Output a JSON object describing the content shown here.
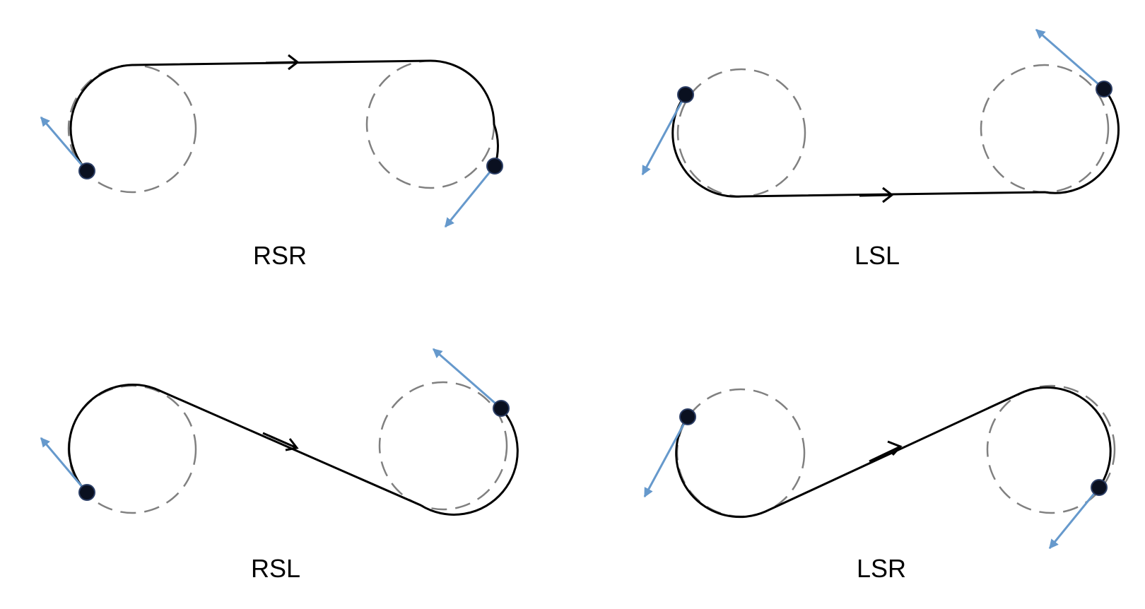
{
  "colors": {
    "background": "#ffffff",
    "path": "#000000",
    "helper_circle": "#808080",
    "heading_arrow": "#6699cc",
    "endpoint": "#0a1020"
  },
  "icons": {
    "endpoint": "filled-circle",
    "heading": "arrow"
  },
  "panels": [
    {
      "label": "RSR"
    },
    {
      "label": "LSL"
    },
    {
      "label": "RSL"
    },
    {
      "label": "LSR"
    }
  ]
}
